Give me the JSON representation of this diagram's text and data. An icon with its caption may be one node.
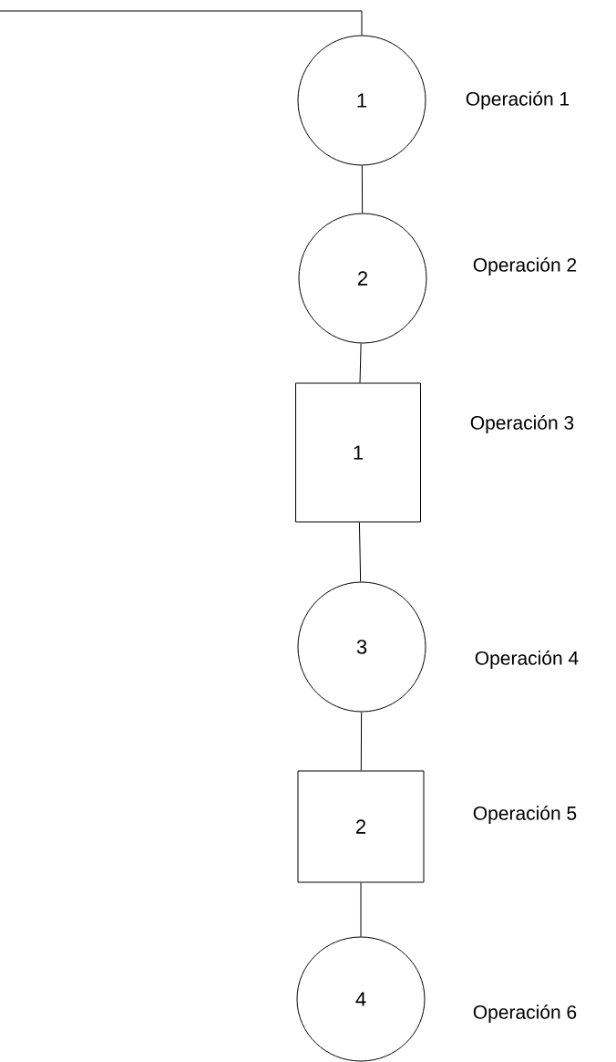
{
  "diagram": {
    "nodes": [
      {
        "text": [
          "1"
        ],
        "beside": [
          "Operación 1"
        ]
      },
      {
        "text": [
          "2"
        ],
        "beside": [
          "Operación 2"
        ]
      },
      {
        "text": [
          "1"
        ],
        "beside": [
          "Operación 3"
        ]
      },
      {
        "text": [
          "3"
        ],
        "beside": [
          "Operación 4"
        ]
      },
      {
        "text": [
          "2"
        ],
        "beside": [
          "Operación 5"
        ]
      },
      {
        "text": [
          "4"
        ],
        "beside": [
          "Operación 6"
        ]
      }
    ],
    "edges": [
      {
        "from": null,
        "to": 0,
        "arrow": "none"
      },
      {
        "from": 0,
        "to": 1,
        "arrow": "none"
      },
      {
        "from": 1,
        "to": 2,
        "arrow": "none"
      },
      {
        "from": 2,
        "to": 3,
        "arrow": "none"
      },
      {
        "from": 3,
        "to": 4,
        "arrow": "none"
      },
      {
        "from": 4,
        "to": 5,
        "arrow": "none"
      }
    ]
  }
}
